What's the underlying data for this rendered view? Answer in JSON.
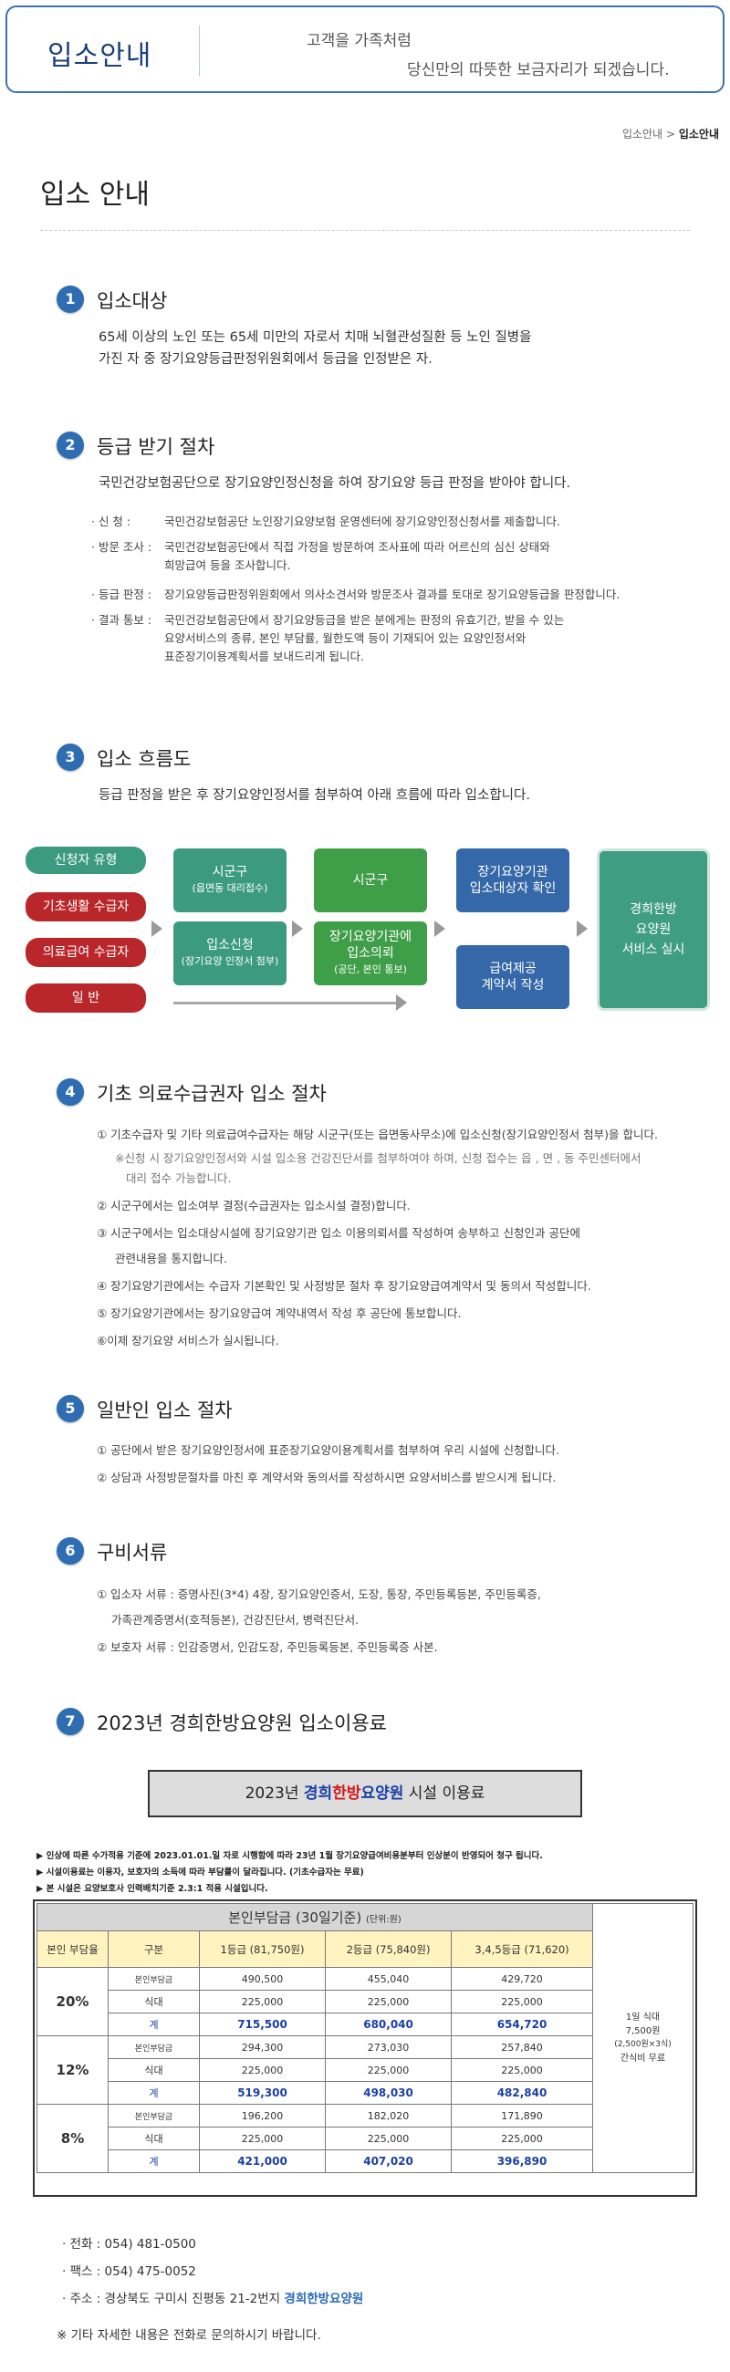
{
  "header": {
    "title": "입소안내",
    "slogan_line1": "고객을 가족처럼",
    "slogan_line2": "당신만의 따뜻한 보금자리가 되겠습니다."
  },
  "breadcrumb": {
    "parent": "입소안내",
    "separator": ">",
    "current": "입소안내"
  },
  "page_title": "입소 안내",
  "sections": [
    {
      "num": "1",
      "title": "입소대상",
      "lines": [
        "65세 이상의 노인 또는 65세 미만의 자로서 치매 뇌혈관성질환 등 노인 질병을",
        "가진 자 중 장기요양등급판정위원회에서 등급을 인정받은 자."
      ]
    },
    {
      "num": "2",
      "title": "등급 받기 절차",
      "intro": "국민건강보험공단으로 장기요양인정신청을 하여 장기요양 등급 판정을 받아야 합니다.",
      "items": [
        {
          "label": "· 신 청 :",
          "lines": [
            "국민건강보험공단 노인장기요양보험 운영센터에 장기요양인정신청서를 제출합니다."
          ]
        },
        {
          "label": "· 방문 조사 :",
          "lines": [
            "국민건강보험공단에서 직접 가정을 방문하여 조사표에 따라 어르신의 심신 상태와",
            "희망급여 등을 조사합니다."
          ]
        },
        {
          "label": "· 등급 판정 :",
          "lines": [
            "장기요양등급판정위원회에서 의사소견서와 방문조사 결과를 토대로 장기요양등급을 판정합니다."
          ]
        },
        {
          "label": "· 결과 통보 :",
          "lines": [
            "국민건강보험공단에서 장기요양등급을 받은 분에게는 판정의 유효기간, 받을 수 있는",
            "요양서비스의 종류, 본인 부담률, 월한도액 등이 기재되어 있는 요양인정서와",
            "표준장기이용계획서를 보내드리게 됩니다."
          ]
        }
      ]
    },
    {
      "num": "3",
      "title": "입소 흐름도",
      "intro": "등급 판정을 받은 후 장기요양인정서를 첨부하여 아래 흐름에 따라 입소합니다."
    },
    {
      "num": "4",
      "title": "기초 의료수급권자 입소 절차",
      "lines": [
        "① 기초수급자 및 기타 의료급여수급자는 해당 시군구(또는 읍면동사무소)에 입소신청(장기요양인정서 첨부)을 합니다.",
        "※신청 시 장기요양인정서와 시설 입소용 건강진단서를 첨부하여야 하며, 신청 접수는 읍 , 면 , 동 주민센터에서",
        "대리 접수 가능합니다.",
        "② 시군구에서는 입소여부 결정(수급권자는 입소시설 결정)합니다.",
        "③ 시군구에서는 입소대상시설에 장기요양기관 입소 이용의뢰서를 작성하여 송부하고 신청인과 공단에",
        "관련내용을 통지합니다.",
        "④ 장기요양기관에서는 수급자 기본확인 및 사정방문 절차 후 장기요양급여계약서 및 동의서 작성합니다.",
        "⑤ 장기요양기관에서는 장기요양급여 계약내역서 작성 후 공단에 통보합니다.",
        "⑥이제 장기요양 서비스가 실시됩니다."
      ]
    },
    {
      "num": "5",
      "title": "일반인 입소 절차",
      "lines": [
        "① 공단에서 받은 장기요양인정서에 표준장기요양이용계획서를 첨부하여 우리 시설에 신청합니다.",
        "② 상담과 사정방문절차를 마친 후 계약서와 동의서를 작성하시면 요양서비스를 받으시게 됩니다."
      ]
    },
    {
      "num": "6",
      "title": "구비서류",
      "lines": [
        "① 입소자 서류 : 증명사진(3*4) 4장, 장기요양인증서, 도장, 통장, 주민등록등본, 주민등록증,",
        "가족관계증명서(호적등본), 건강진단서, 병력진단서.",
        "② 보호자 서류 : 인감증명서, 인감도장, 주민등록등본, 주민등록증 사본."
      ]
    },
    {
      "num": "7",
      "title": "2023년 경희한방요양원 입소이용료"
    }
  ],
  "flow": {
    "applicant_type": "신청자 유형",
    "types": [
      "기초생활 수급자",
      "의료급여 수급자",
      "일 반"
    ],
    "sigungu1": "시군구",
    "sigungu1_sub": "(읍면동 대리접수)",
    "apply": "입소신청",
    "apply_sub": "(장기요양 인정서 첨부)",
    "sigungu2": "시군구",
    "request": "장기요양기관에",
    "request2": "입소의뢰",
    "request_sub": "(공단, 본인 통보)",
    "confirm": "장기요양기관",
    "confirm2": "입소대상자 확인",
    "contract": "급여제공",
    "contract2": "계약서 작성",
    "service1": "경희한방",
    "service2": "요양원",
    "service3": "서비스 실시"
  },
  "fee": {
    "title_year": "2023년",
    "title_brand1": "경희",
    "title_brand2": "한방",
    "title_brand3": "요양원",
    "title_tail": "시설 이용료",
    "notes": [
      "▶ 인상에 따른 수가적용 기준에 2023.01.01.일 자로 시행함에 따라 23년 1월 장기요양급여비용분부터 인상분이 반영되어 청구 됩니다.",
      "▶ 시설이용료는 이용자, 보호자의 소득에 따라 부담률이 달라집니다. (기초수급자는 무료)",
      "▶ 본 시설은 요양보호사 인력배치기준 2.3:1 적용 시설입니다."
    ],
    "table_caption": "본인부담금 (30일기준)",
    "unit": "(단위:원)",
    "headers": [
      "본인 부담율",
      "구분",
      "1등급 (81,750원)",
      "2등급 (75,840원)",
      "3,4,5등급 (71,620)"
    ],
    "meal_note": [
      "1일 식대",
      "7,500원",
      "(2,500원×3식)",
      "간식비 무료"
    ],
    "groups": [
      {
        "rate": "20%",
        "rows": [
          {
            "label": "본인부담금",
            "values": [
              "490,500",
              "455,040",
              "429,720"
            ]
          },
          {
            "label": "식대",
            "values": [
              "225,000",
              "225,000",
              "225,000"
            ]
          },
          {
            "label": "계",
            "values": [
              "715,500",
              "680,040",
              "654,720"
            ]
          }
        ]
      },
      {
        "rate": "12%",
        "rows": [
          {
            "label": "본인부담금",
            "values": [
              "294,300",
              "273,030",
              "257,840"
            ]
          },
          {
            "label": "식대",
            "values": [
              "225,000",
              "225,000",
              "225,000"
            ]
          },
          {
            "label": "계",
            "values": [
              "519,300",
              "498,030",
              "482,840"
            ]
          }
        ]
      },
      {
        "rate": "8%",
        "rows": [
          {
            "label": "본인부담금",
            "values": [
              "196,200",
              "182,020",
              "171,890"
            ]
          },
          {
            "label": "식대",
            "values": [
              "225,000",
              "225,000",
              "225,000"
            ]
          },
          {
            "label": "계",
            "values": [
              "421,000",
              "407,020",
              "396,890"
            ]
          }
        ]
      }
    ]
  },
  "contact": {
    "phone": "· 전화 : 054) 481-0500",
    "fax": "· 팩스 : 054) 475-0052",
    "address": "· 주소 : 경상북도 구미시 진평동 21-2번지",
    "address_brand": "경희한방요양원",
    "footnote": "※ 기타 자세한 내용은 전화로 문의하시기 바랍니다."
  },
  "colors": {
    "brand_blue": "#2f6db3",
    "teal": "#3c9b7e",
    "green": "#3f9f49",
    "red": "#b9272b",
    "navy": "#3468a8"
  }
}
